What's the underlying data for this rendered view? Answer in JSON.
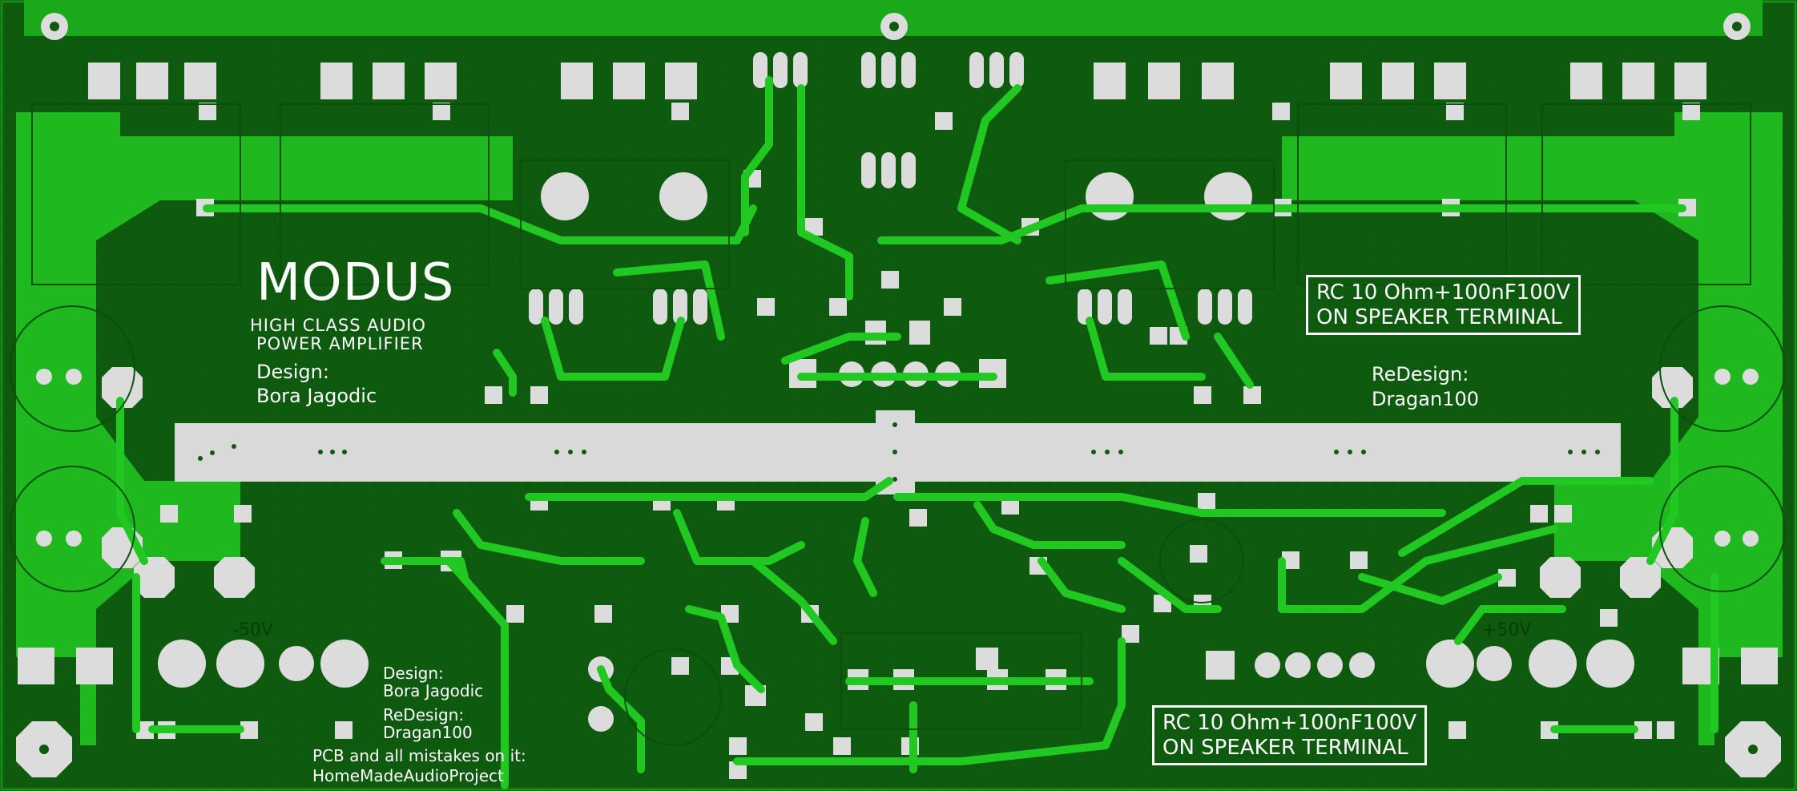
{
  "board": {
    "colors": {
      "background": "#0e5a0e",
      "copper_bright": "#1fb81f",
      "copper_dark": "#0b4f0b",
      "trace": "#22c822",
      "pad": "#d9d9d9",
      "silkscreen": "#ffffff"
    },
    "logo": "MODUS",
    "subtitle_line1": "HIGH CLASS AUDIO",
    "subtitle_line2": "POWER AMPLIFIER",
    "design_label": "Design:",
    "designer": "Bora Jagodic",
    "redesign_label": "ReDesign:",
    "redesigner": "Dragan100",
    "notice_line1": "RC 10 Ohm+100nF100V",
    "notice_line2": "ON SPEAKER TERMINAL",
    "credit_design_label": "Design:",
    "credit_designer": "Bora Jagodic",
    "credit_redesign_label": "ReDesign:",
    "credit_redesigner": "Dragan100",
    "credit_line1": "PCB and all mistakes on it:",
    "credit_line2": "HomeMadeAudioProject",
    "rail_negative": "-50V",
    "rail_positive": "+50V"
  }
}
